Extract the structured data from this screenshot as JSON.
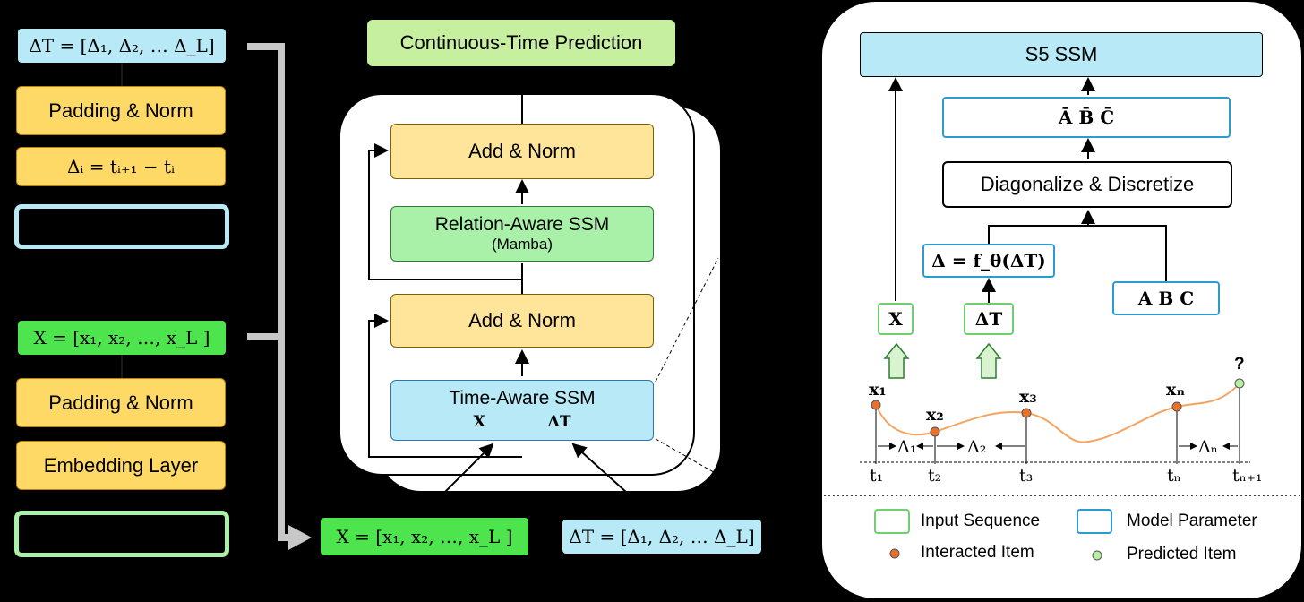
{
  "left": {
    "top_delta_label": "ΔT = [Δ₁, Δ₂, … Δ_L]",
    "padding_norm_1": "Padding & Norm",
    "delta_formula": "Δᵢ = tᵢ₊₁ − tᵢ",
    "x_label": "X = [x₁, x₂, …, x_L ]",
    "padding_norm_2": "Padding & Norm",
    "embedding_layer": "Embedding Layer"
  },
  "middle": {
    "prediction": "Continuous-Time Prediction",
    "add_norm_top": "Add & Norm",
    "relation_ssm": "Relation-Aware SSM",
    "relation_ssm_sub": "(Mamba)",
    "add_norm_bottom": "Add & Norm",
    "time_ssm": "Time-Aware SSM",
    "time_ssm_x": "X",
    "time_ssm_dt": "ΔT",
    "bottom_x": "X = [x₁, x₂, …, x_L ]",
    "bottom_dt": "ΔT = [Δ₁, Δ₂, … Δ_L]"
  },
  "right": {
    "s5": "S5 SSM",
    "abc_bar": "Ā  B̄  C̄",
    "diag": "Diagonalize & Discretize",
    "delta_f": "Δ = f_θ(ΔT)",
    "x": "X",
    "dt": "ΔT",
    "abc": "A  B  C",
    "question": "?",
    "seq_labels": {
      "x1": "x₁",
      "x2": "x₂",
      "x3": "x₃",
      "xn": "xₙ",
      "d1": "Δ₁",
      "d2": "Δ₂",
      "dn": "Δₙ",
      "t1": "t₁",
      "t2": "t₂",
      "t3": "t₃",
      "tn": "tₙ",
      "tn1": "tₙ₊₁"
    },
    "legend": {
      "input": "Input Sequence",
      "model": "Model Parameter",
      "interacted": "Interacted Item",
      "predicted": "Predicted Item"
    }
  },
  "colors": {
    "yellow": "#ffd966",
    "cyan": "#b7e9f7",
    "green": "#4ee44e",
    "light_green": "#a9f0a9",
    "orange": "#f4a460",
    "interacted_dot": "#e8702a",
    "predicted_dot": "#b6f0a0"
  }
}
